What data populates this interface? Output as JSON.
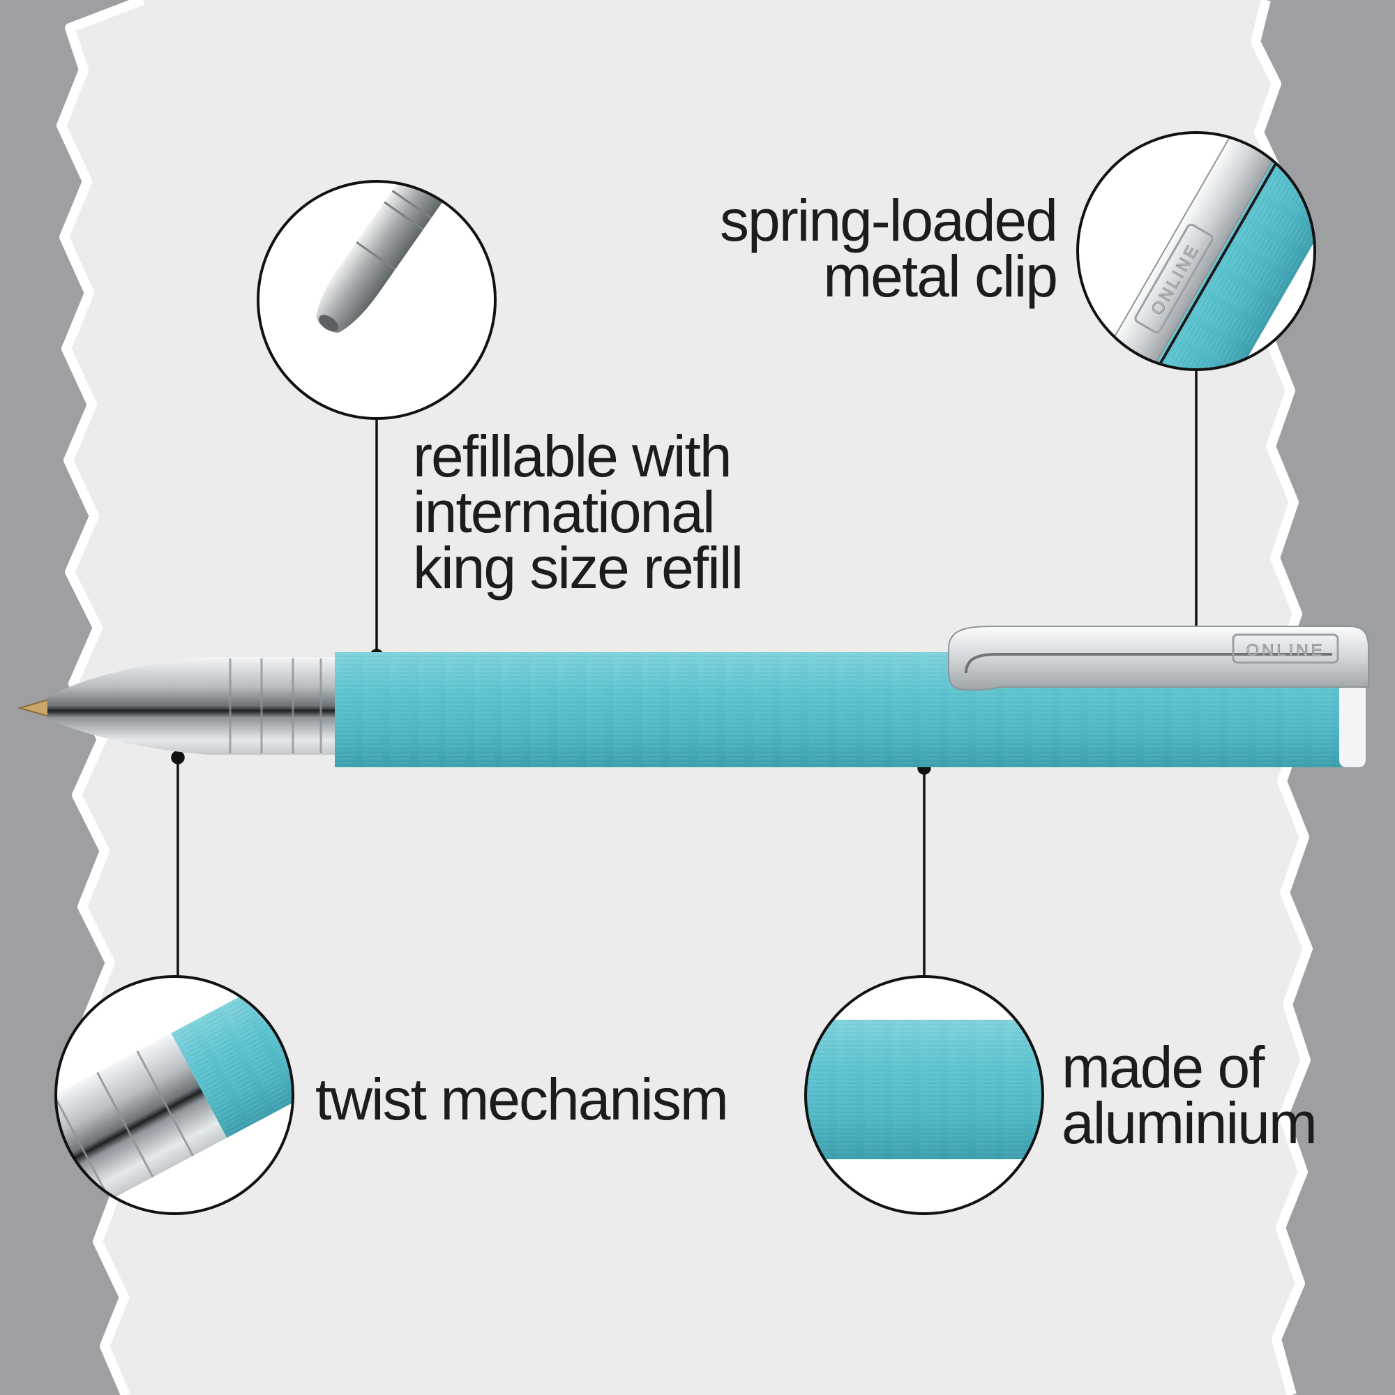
{
  "callouts": {
    "clip": {
      "lines": [
        "spring-loaded",
        "metal clip"
      ]
    },
    "refill": {
      "lines": [
        "refillable with",
        "international",
        "king size refill"
      ]
    },
    "twist": {
      "lines": [
        "twist mechanism"
      ]
    },
    "aluminium": {
      "lines": [
        "made of",
        "aluminium"
      ]
    }
  },
  "brand": {
    "clip_engraving": "ONLINE"
  },
  "colors": {
    "background": "#9d9fa2",
    "paper": "#ececec",
    "pen_body": "#5cc1cf",
    "chrome": "#d6dadd",
    "ink_line": "#111111"
  }
}
